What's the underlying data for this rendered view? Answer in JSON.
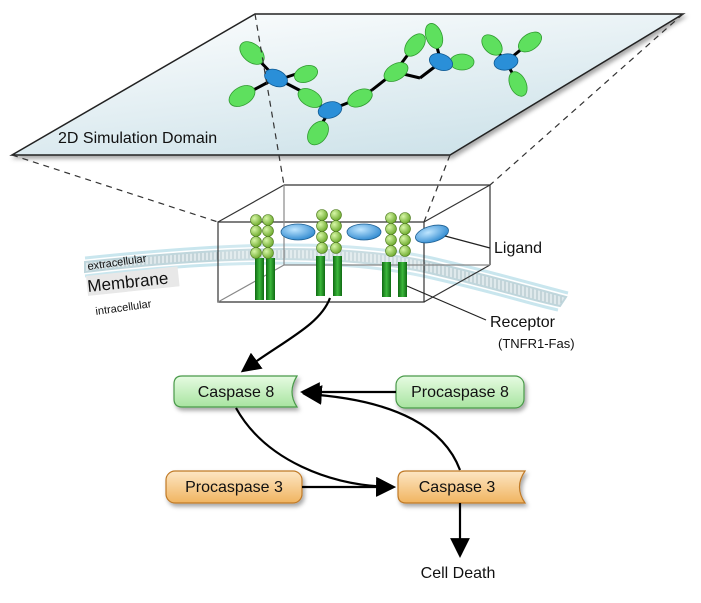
{
  "simulation": {
    "label": "2D Simulation Domain"
  },
  "membrane": {
    "label": "Membrane",
    "extracellular": "extracellular",
    "intracellular": "intracellular"
  },
  "callouts": {
    "ligand": "Ligand",
    "receptor": "Receptor",
    "receptor_sub": "(TNFR1-Fas)"
  },
  "nodes": {
    "caspase8": "Caspase 8",
    "procaspase8": "Procaspase 8",
    "procaspase3": "Procaspase 3",
    "caspase3": "Caspase 3",
    "cell_death": "Cell Death"
  },
  "colors": {
    "caspase8_fill": "#c4f0c0",
    "caspase8_stroke": "#4a9a4a",
    "caspase3_fill": "#f7c98c",
    "caspase3_stroke": "#c07a28",
    "ligand": "#3a9ad8",
    "receptor_bead": "#8acc3a",
    "receptor_stem": "#1f8a1f",
    "lattice_arm": "#5ee05e",
    "lattice_hub": "#2a8fd8"
  }
}
